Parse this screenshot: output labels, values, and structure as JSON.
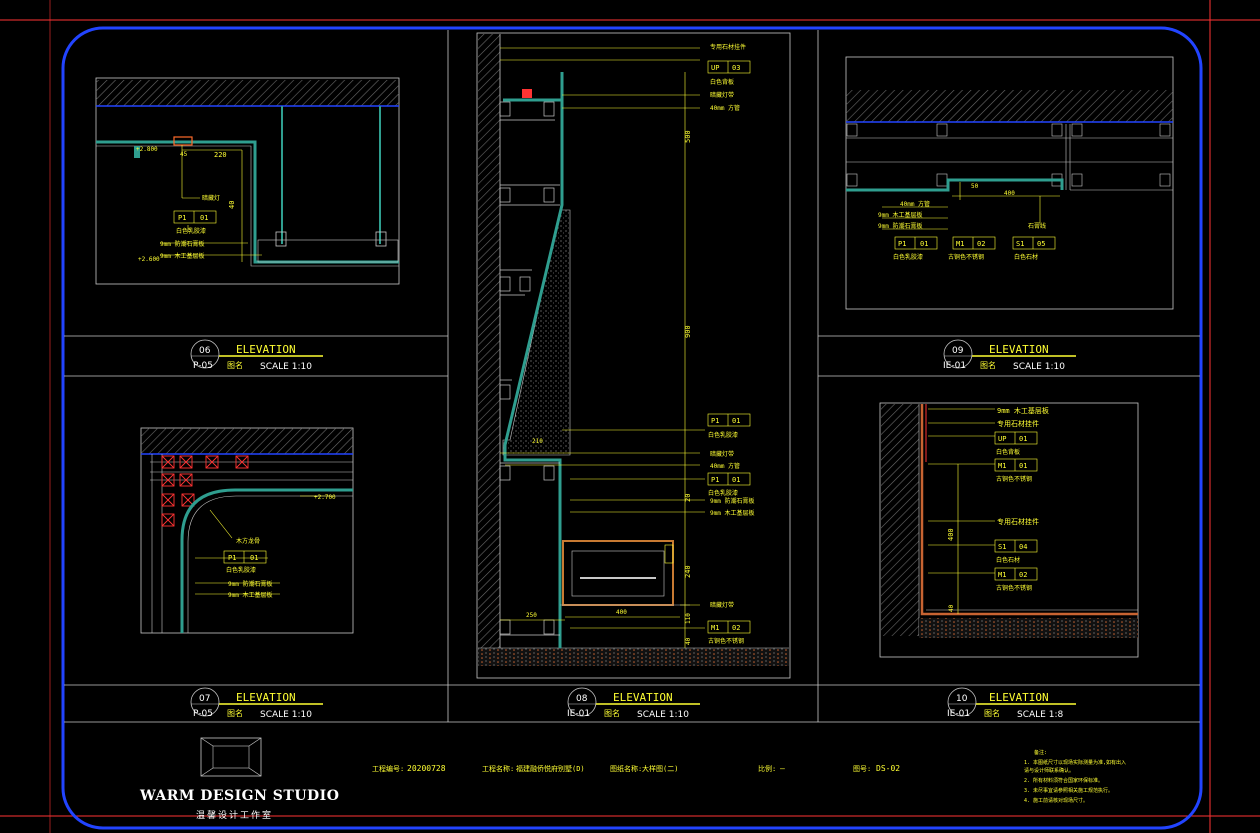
{
  "colors": {
    "frame": "#2244ff",
    "panel": "#c8c8c8",
    "yellow": "#ffff33",
    "green": "#2f9e8f",
    "hatch": "#7a7a7a",
    "red": "#ff3333"
  },
  "panels": [
    {
      "id": "p06",
      "num": "06",
      "ref": "P-05",
      "title": "ELEVATION",
      "name": "图名",
      "scale": "SCALE 1:10"
    },
    {
      "id": "p07",
      "num": "07",
      "ref": "P-05",
      "title": "ELEVATION",
      "name": "图名",
      "scale": "SCALE 1:10"
    },
    {
      "id": "p08",
      "num": "08",
      "ref": "IE-01",
      "title": "ELEVATION",
      "name": "图名",
      "scale": "SCALE 1:10"
    },
    {
      "id": "p09",
      "num": "09",
      "ref": "IE-01",
      "title": "ELEVATION",
      "name": "图名",
      "scale": "SCALE 1:10"
    },
    {
      "id": "p10",
      "num": "10",
      "ref": "IE-01",
      "title": "ELEVATION",
      "name": "图名",
      "scale": "SCALE 1:8"
    }
  ],
  "p06": {
    "dim1": "220",
    "dim2": "40",
    "dim3": "45",
    "tag": "P1",
    "tagn": "01",
    "note1": "白色乳胶漆",
    "note2": "9mm 防潮石膏板",
    "note3": "9mm 木工基层板",
    "note4": "暗藏灯",
    "lv1": "+2.800",
    "lv2": "+2.600"
  },
  "p07": {
    "tag": "P1",
    "tagn": "01",
    "note1": "白色乳胶漆",
    "note2": "9mm 防潮石膏板",
    "note3": "9mm 木工基层板",
    "note4": "木方龙骨",
    "lv": "+2.700"
  },
  "p08": {
    "top": "专用石材挂件",
    "up": "UP",
    "upn": "03",
    "upnote": "白色背板",
    "led": "暗藏灯带",
    "mat1": "40mm 方管",
    "p1": "P1",
    "p1n": "01",
    "p1note": "白色乳胶漆",
    "d500": "500",
    "d900": "900",
    "d20": "20",
    "d240": "240",
    "d110": "110",
    "d40": "40",
    "d210": "210",
    "d250": "250",
    "d400": "400",
    "n1": "暗藏灯带",
    "n2": "40mm 方管",
    "p1b": "P1",
    "p1bn": "01",
    "n3": "白色乳胶漆",
    "n4": "9mm 防潮石膏板",
    "n5": "9mm 木工基层板",
    "n6": "暗藏灯带",
    "m1": "M1",
    "m1n": "02",
    "m1note": "古铜色不锈钢"
  },
  "p09": {
    "n1": "40mm 方管",
    "n2": "9mm 木工基层板",
    "n3": "9mm 防潮石膏板",
    "n4": "石膏线",
    "p1": "P1",
    "p1n": "01",
    "p1note": "白色乳胶漆",
    "m1": "M1",
    "m1n": "02",
    "m1note": "古铜色不锈钢",
    "s1": "S1",
    "s1n": "05",
    "s1note": "白色石材",
    "d50": "50",
    "d400": "400"
  },
  "p10": {
    "n1": "9mm 木工基层板",
    "n2": "专用石材挂件",
    "up": "UP",
    "upn": "01",
    "upnote": "白色背板",
    "m1": "M1",
    "m1n": "01",
    "m1note": "古铜色不锈钢",
    "n3": "专用石材挂件",
    "s1": "S1",
    "s1n": "04",
    "s1note": "白色石材",
    "m1b": "M1",
    "m1bn": "02",
    "m1bnote": "古铜色不锈钢",
    "d400": "400",
    "d40": "40"
  },
  "titleblock": {
    "f1l": "工程编号:",
    "f1v": "20200728",
    "f2l": "工程名称:",
    "f2v": "福建融侨悦府别墅(D)",
    "f3l": "图纸名称:",
    "f3v": "大样图(二)",
    "f4l": "比例:",
    "f4v": "—",
    "f5l": "图号:",
    "f5v": "DS-02",
    "studio": "WARM DESIGN STUDIO",
    "studio_cn": "温馨设计工作室",
    "notes": [
      "备注:",
      "1. 本图纸尺寸以现场实际测量为准,如有出入",
      "   请与设计师联系确认。",
      "2. 所有材料须符合国家环保标准。",
      "3. 未尽事宜请参照相关施工规范执行。",
      "4. 施工前请核对现场尺寸。"
    ]
  }
}
